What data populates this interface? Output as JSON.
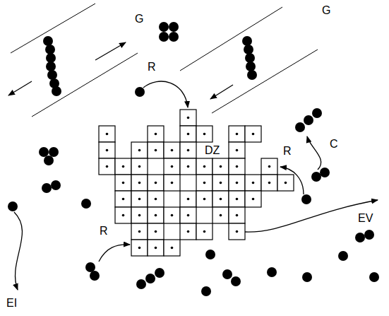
{
  "diagram": {
    "labels": [
      "G",
      "G",
      "R",
      "DZ",
      "C",
      "R",
      "EV",
      "EI",
      "R"
    ]
  }
}
